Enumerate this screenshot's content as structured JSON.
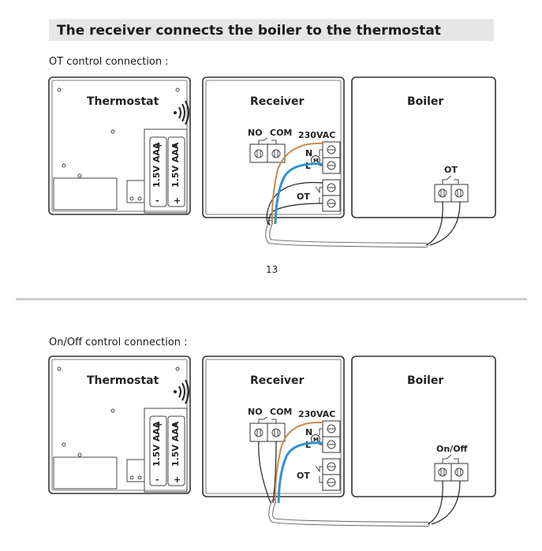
{
  "header": {
    "title": "The receiver connects the boiler to the thermostat"
  },
  "colors": {
    "title_bar": "#e6e6e6",
    "live_wire": "#c98a4b",
    "neutral_wire": "#2f93d1",
    "divider": "#cccccc"
  },
  "labels": {
    "thermostat": "Thermostat",
    "receiver": "Receiver",
    "boiler": "Boiler",
    "no": "NO",
    "com": "COM",
    "vac": "230VAC",
    "n": "N",
    "l": "L",
    "m": "M",
    "ot": "OT",
    "battery": "1.5V AAA",
    "plus": "+",
    "minus": "-"
  },
  "sections": [
    {
      "heading": "OT control connection :",
      "boiler_terminal": "OT"
    },
    {
      "heading": "On/Off control connection :",
      "boiler_terminal": "On/Off"
    }
  ],
  "page_number": "13"
}
